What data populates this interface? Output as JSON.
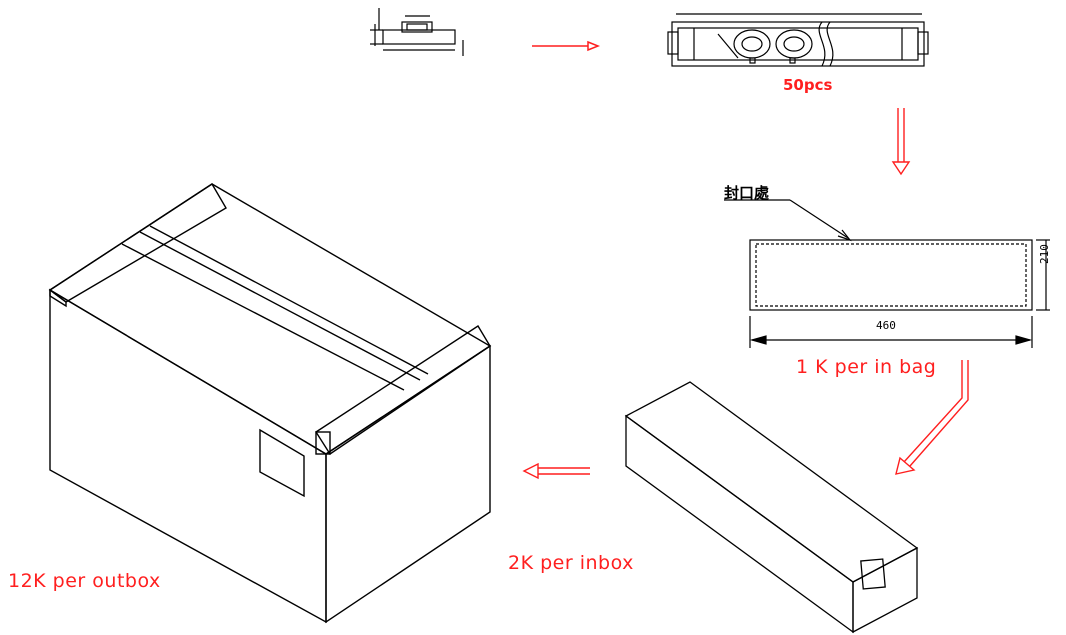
{
  "labels": {
    "step_tray": "50pcs",
    "seal_note": "封口處",
    "bag_height": "210",
    "bag_width": "460",
    "step_bag": "1 K per in bag",
    "step_inbox": "2K per inbox",
    "step_outbox": "12K per outbox"
  },
  "colors": {
    "line": "#000000",
    "accent": "#ff1f1f"
  }
}
